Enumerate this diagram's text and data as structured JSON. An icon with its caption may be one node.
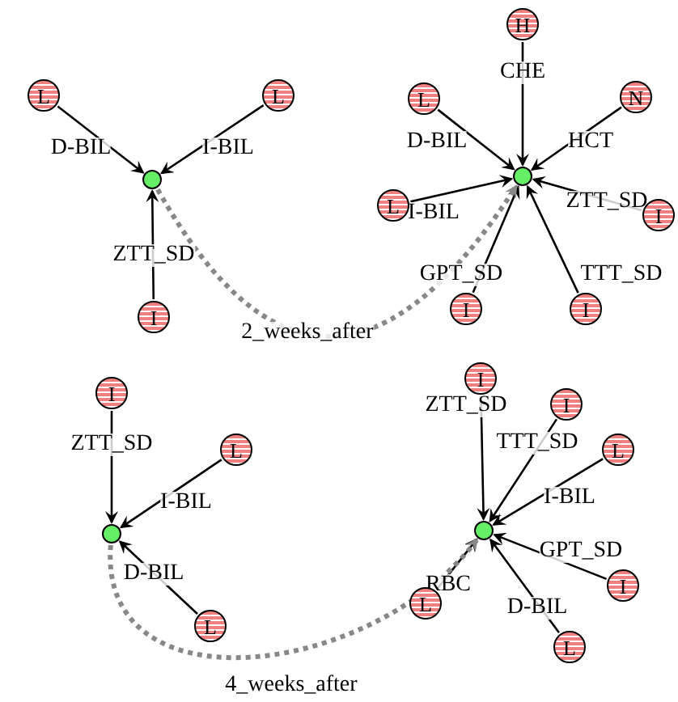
{
  "diagram": {
    "nodes": [
      {
        "text": [
          "L"
        ]
      },
      {
        "text": [
          "L"
        ]
      },
      {
        "text": [],
        "shape": "circle"
      },
      {
        "text": [
          "I"
        ]
      },
      {
        "text": [
          "H"
        ]
      },
      {
        "text": [
          "L"
        ]
      },
      {
        "text": [
          "N"
        ]
      },
      {
        "text": [
          "L"
        ]
      },
      {
        "text": [],
        "shape": "circle"
      },
      {
        "text": [
          "I"
        ]
      },
      {
        "text": [
          "I"
        ]
      },
      {
        "text": [
          "I"
        ]
      },
      {
        "text": [
          "I"
        ]
      },
      {
        "text": [
          "L"
        ]
      },
      {
        "text": [],
        "shape": "circle"
      },
      {
        "text": [
          "L"
        ]
      },
      {
        "text": [
          "I"
        ]
      },
      {
        "text": [
          "I"
        ]
      },
      {
        "text": [
          "L"
        ]
      },
      {
        "text": [],
        "shape": "circle"
      },
      {
        "text": [
          "I"
        ]
      },
      {
        "text": [
          "L"
        ]
      },
      {
        "text": [
          "L"
        ]
      }
    ],
    "edges": [
      {
        "from": 0,
        "to": 2,
        "arrow": "to",
        "label": "D-BIL"
      },
      {
        "from": 1,
        "to": 2,
        "arrow": "to",
        "label": "I-BIL"
      },
      {
        "from": 3,
        "to": 2,
        "arrow": "to",
        "label": "ZTT_SD"
      },
      {
        "from": 4,
        "to": 8,
        "arrow": "to",
        "label": "CHE"
      },
      {
        "from": 5,
        "to": 8,
        "arrow": "to",
        "label": "D-BIL"
      },
      {
        "from": 6,
        "to": 8,
        "arrow": "to",
        "label": "HCT"
      },
      {
        "from": 7,
        "to": 8,
        "arrow": "to",
        "label": "I-BIL"
      },
      {
        "from": 9,
        "to": 8,
        "arrow": "to",
        "label": "ZTT_SD"
      },
      {
        "from": 10,
        "to": 8,
        "arrow": "to",
        "label": "GPT_SD"
      },
      {
        "from": 11,
        "to": 8,
        "arrow": "to",
        "label": "TTT_SD"
      },
      {
        "from": 2,
        "to": 8,
        "arrow": "to",
        "label": "2_weeks_after",
        "style": "dashed",
        "color": "#888888"
      },
      {
        "from": 12,
        "to": 14,
        "arrow": "to",
        "label": "ZTT_SD"
      },
      {
        "from": 13,
        "to": 14,
        "arrow": "to",
        "label": "I-BIL"
      },
      {
        "from": 15,
        "to": 14,
        "arrow": "to",
        "label": "D-BIL"
      },
      {
        "from": 16,
        "to": 19,
        "arrow": "to",
        "label": "ZTT_SD"
      },
      {
        "from": 17,
        "to": 19,
        "arrow": "to",
        "label": "TTT_SD"
      },
      {
        "from": 18,
        "to": 19,
        "arrow": "to",
        "label": "I-BIL"
      },
      {
        "from": 20,
        "to": 19,
        "arrow": "to",
        "label": "GPT_SD"
      },
      {
        "from": 22,
        "to": 19,
        "arrow": "to",
        "label": "D-BIL"
      },
      {
        "from": 21,
        "to": 19,
        "arrow": "to",
        "label": "RBC"
      },
      {
        "from": 14,
        "to": 19,
        "arrow": "to",
        "label": "4_weeks_after",
        "style": "dashed",
        "color": "#888888"
      }
    ]
  }
}
